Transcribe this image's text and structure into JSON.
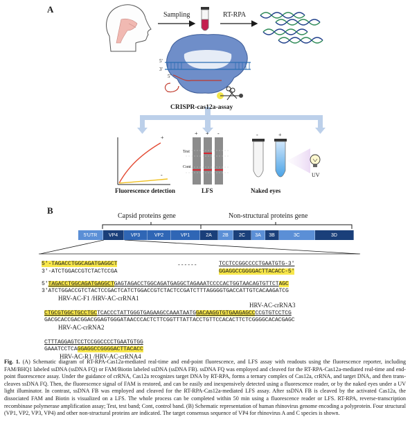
{
  "panelA": {
    "label": "A",
    "sampling": "Sampling",
    "rtrpa": "RT-RPA",
    "assay": "CRISPR-cas12a-assay",
    "strand5a": "5'",
    "strand3a": "3'",
    "strand5b": "5'",
    "fluorescence": "Fluorescence detection",
    "lfs": "LFS",
    "naked": "Naked eyes",
    "test": "Test",
    "cont": "Cont",
    "uv": "UV",
    "plus": "+",
    "minus": "-"
  },
  "panelB": {
    "label": "B",
    "capsid": "Capsid proteins gene",
    "nonstructural": "Non-structural proteins gene",
    "segments": [
      "5'UTR",
      "VP4",
      "VP3",
      "VP2",
      "VP1",
      "2A",
      "2B",
      "2C",
      "3A",
      "3B",
      "3C",
      "3D"
    ],
    "dashes": "------",
    "f1_top": "5'-TAGACCTGGCAGATGAGGCT",
    "f1_bot": "3'-ATCTGGACCGTCTACTCCGA",
    "r1_top": "TCCTCCGGCCCCTGAATGTG-3'",
    "r1_bot": "GGAGGCCGGGGACTTACACC-5'",
    "row1_a_pre": "5'",
    "row1_a_hl": "TAGACCTGGCAGATGAGGCT",
    "row1_a_ul": "GAGTAGACCTGGCAGATGAGGCTAGAAATCCCCACTGGTAACAGTGTTCT",
    "row1_a_hl2": "AGC",
    "row1_b": "3'ATCTGGACCGTCTACTCCGACTCATCTGGACCGTCTACTCCGATCTTTAGGGGTGACCATTGTCACAAGATCG",
    "lbl_f1": "HRV-AC-F1 /HRV-AC-crRNA1",
    "lbl_cr3": "HRV-AC-crRNA3",
    "row2_a_hl": "CTGCGTGGCTGCCTGC",
    "row2_a_mid": "TCACCCTATTGGGTGAGAAGCCAAATAATG",
    "row2_a_hl2": "GACAAGGTGTGAAGAGCC",
    "row2_a_end": "CCGTGTCCTCG",
    "row2_b": "GACGCACCGACGGACGGAGTGGGATAACCCACTCTTCGGTTTATTACCTGTTCCACACTTCTCGGGGCACACGAGC",
    "lbl_cr2": "HRV-AC-crRNA2",
    "row3_a": "CTTTAGGAGTCCTCCGGCCCCTGAATGTGG",
    "row3_b_pre": "GAAATCCTCA",
    "row3_b_hl": "GGAGGCCGGGGACTTACACC",
    "lbl_r1": "HRV-AC-R1 /HRV-AC-crRNA4"
  },
  "caption": {
    "fig": "Fig. 1.",
    "text": "(A) Schematic diagram of RT-RPA-Cas12a-mediated real-time and end-point fluorescence, and LFS assay with readouts using the fluorescence reporter, including FAM/BHQ1 labeled ssDNA (ssDNA FQ) or FAM/Biotin labeled ssDNA (ssDNA FB). ssDNA FQ was employed and cleaved for the RT-RPA-Cas12a-mediated real-time and end-point fluorescence assay. Under the guidance of crRNA, Cas12a recognizes target DNA by RT-RPA, forms a ternary complex of Cas12a, crRNA, and target DNA, and then trans-cleaves ssDNA FQ. Then, the fluorescence signal of FAM is restored, and can be easily and inexpensively detected using a fluorescence reader, or by the naked eyes under a UV light illuminator. In contrast, ssDNA FB was employed and cleaved for the RT-RPA-Cas12a-mediated LFS assay. After ssDNA FB is cleaved by the activated Cas12a, the dissociated FAM and Biotin is visualized on a LFS. The whole process can be completed within 50 min using a fluorescence reader or LFS. RT-RPA, reverse-transcription recombinase polymerase amplification assay; Test, test band; Cont, control band. (B) Schematic representation of human rhinovirus genome encoding a polyprotein. Four structural (VP1, VP2, VP3, VP4) and other non-structural proteins are indicated. The target consensus sequence of VP4 for rhinovirus A and C species is shown."
  },
  "colors": {
    "genome_dark": "#1a3f7a",
    "genome_light": "#5b8fd6",
    "highlight": "#f7e64a",
    "cas_blue": "#5f7fbf",
    "arrow_blue": "#b9cbe6"
  }
}
